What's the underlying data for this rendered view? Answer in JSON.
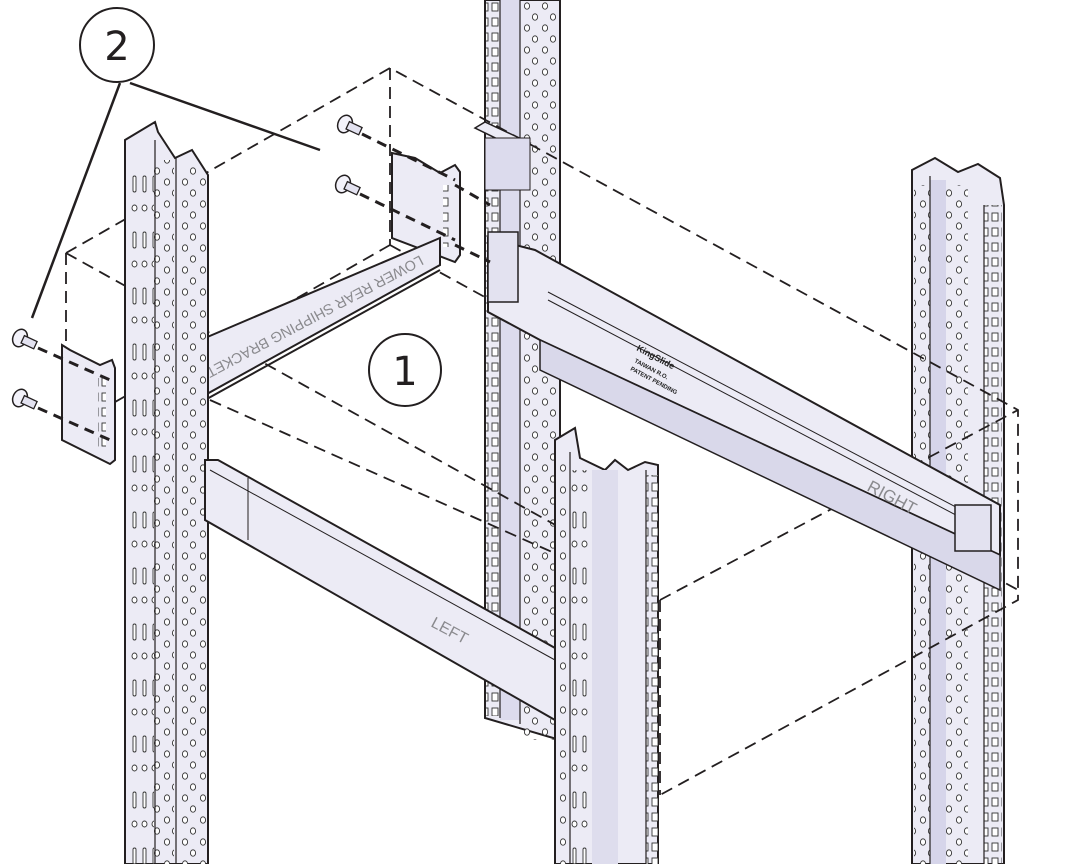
{
  "diagram": {
    "title": "Rack rail installation with lower rear shipping bracket",
    "colors": {
      "background": "#ffffff",
      "metal": "#ecebf5",
      "metal_shadow": "#d9d8ea",
      "outline": "#231f20",
      "label_text": "#8a8a8e"
    }
  },
  "callouts": [
    {
      "id": "1",
      "label": "1",
      "target": "lower-rear-shipping-bracket"
    },
    {
      "id": "2",
      "label": "2",
      "target": "mounting-screws"
    }
  ],
  "part_labels": {
    "bracket": "LOWER REAR SHIPPING BRACKET",
    "left_rail": "LEFT",
    "right_rail": "RIGHT",
    "rail_brand": "KingSlide",
    "rail_brand_line2": "TAIWAN R.O.",
    "rail_brand_line3": "PATENT PENDING"
  },
  "components": [
    {
      "name": "front-left-rack-post"
    },
    {
      "name": "rear-left-rack-post"
    },
    {
      "name": "front-right-rack-post"
    },
    {
      "name": "rear-right-rack-post"
    },
    {
      "name": "left-slide-rail"
    },
    {
      "name": "right-slide-rail"
    },
    {
      "name": "lower-rear-shipping-bracket"
    },
    {
      "name": "left-bracket-ear"
    },
    {
      "name": "right-bracket-ear"
    },
    {
      "name": "screw",
      "count": 4
    }
  ]
}
